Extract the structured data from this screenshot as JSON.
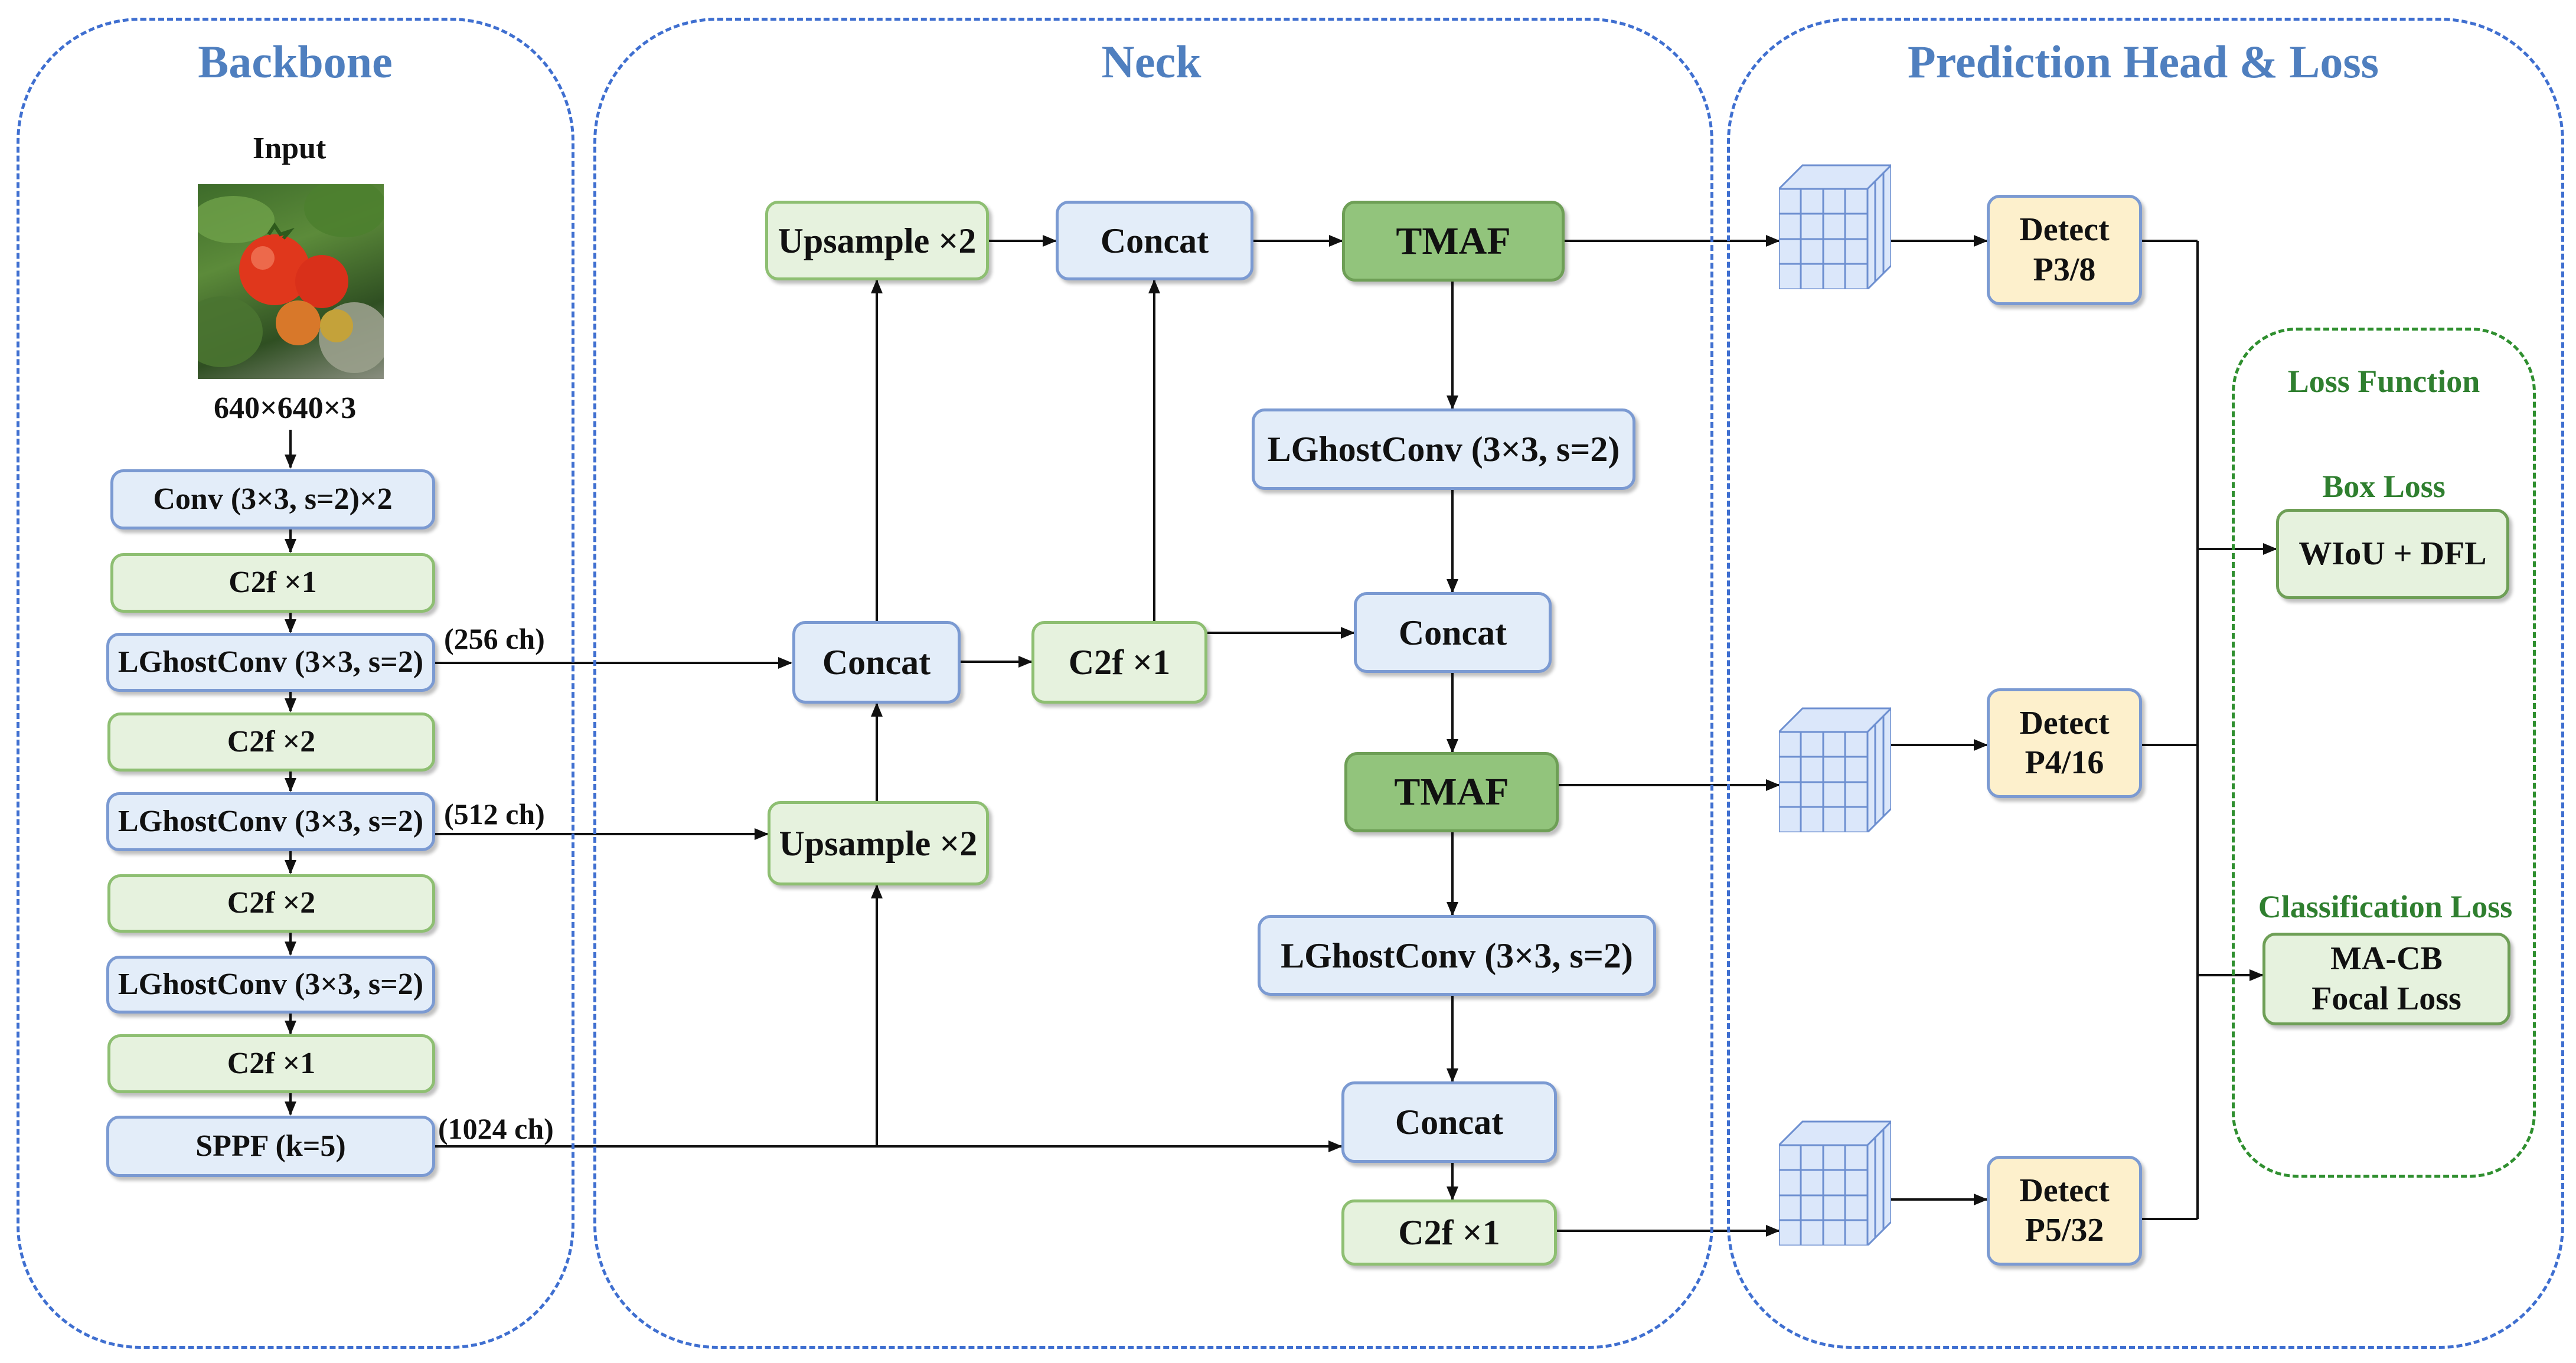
{
  "sections": {
    "backbone": "Backbone",
    "neck": "Neck",
    "head": "Prediction Head & Loss"
  },
  "backbone": {
    "input_label": "Input",
    "input_size": "640×640×3",
    "layers": [
      "Conv (3×3, s=2)×2",
      "C2f ×1",
      "LGhostConv (3×3, s=2)",
      "C2f ×2",
      "LGhostConv (3×3, s=2)",
      "C2f ×2",
      "LGhostConv (3×3, s=2)",
      "C2f ×1",
      "SPPF (k=5)"
    ],
    "channels": [
      "(256 ch)",
      "(512 ch)",
      "(1024 ch)"
    ]
  },
  "neck": {
    "upsample_top": "Upsample ×2",
    "concat_top": "Concat",
    "tmaf_top": "TMAF",
    "lghost_1": "LGhostConv (3×3, s=2)",
    "concat_mid_left": "Concat",
    "c2f_mid": "C2f ×1",
    "concat_mid_right": "Concat",
    "upsample_bottom": "Upsample ×2",
    "tmaf_mid": "TMAF",
    "lghost_2": "LGhostConv (3×3, s=2)",
    "concat_bottom": "Concat",
    "c2f_bottom": "C2f ×1"
  },
  "head": {
    "detect": [
      {
        "line1": "Detect",
        "line2": "P3/8"
      },
      {
        "line1": "Detect",
        "line2": "P4/16"
      },
      {
        "line1": "Detect",
        "line2": "P5/32"
      }
    ],
    "loss_function": "Loss Function",
    "box_loss": "Box Loss",
    "box_loss_value": "WIoU + DFL",
    "cls_loss": "Classification Loss",
    "cls_loss_line1": "MA-CB",
    "cls_loss_line2": "Focal Loss"
  },
  "colors": {
    "section_border": "#3f6fd0",
    "section_title": "#4f7fbf",
    "loss_green": "#2f7f2f",
    "box_blue": "#e3edf9",
    "box_green": "#e6f2de",
    "tmaf_green": "#92c47c",
    "detect_yellow": "#fdf0cc"
  }
}
